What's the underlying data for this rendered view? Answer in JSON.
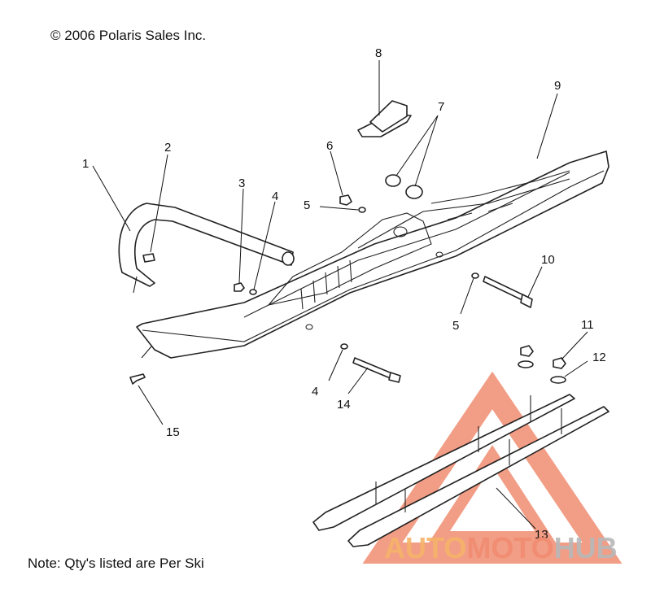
{
  "copyright": "© 2006 Polaris Sales Inc.",
  "note": "Note: Qty's listed are Per Ski",
  "callouts": [
    "1",
    "2",
    "3",
    "4",
    "4",
    "5",
    "5",
    "6",
    "7",
    "8",
    "9",
    "10",
    "11",
    "12",
    "13",
    "14",
    "15"
  ],
  "watermark": {
    "auto": "AUTO",
    "moto": "MOTO",
    "hub": "HUB",
    "color_accent": "#f08c70",
    "color_dark": "#b8b8b8"
  }
}
